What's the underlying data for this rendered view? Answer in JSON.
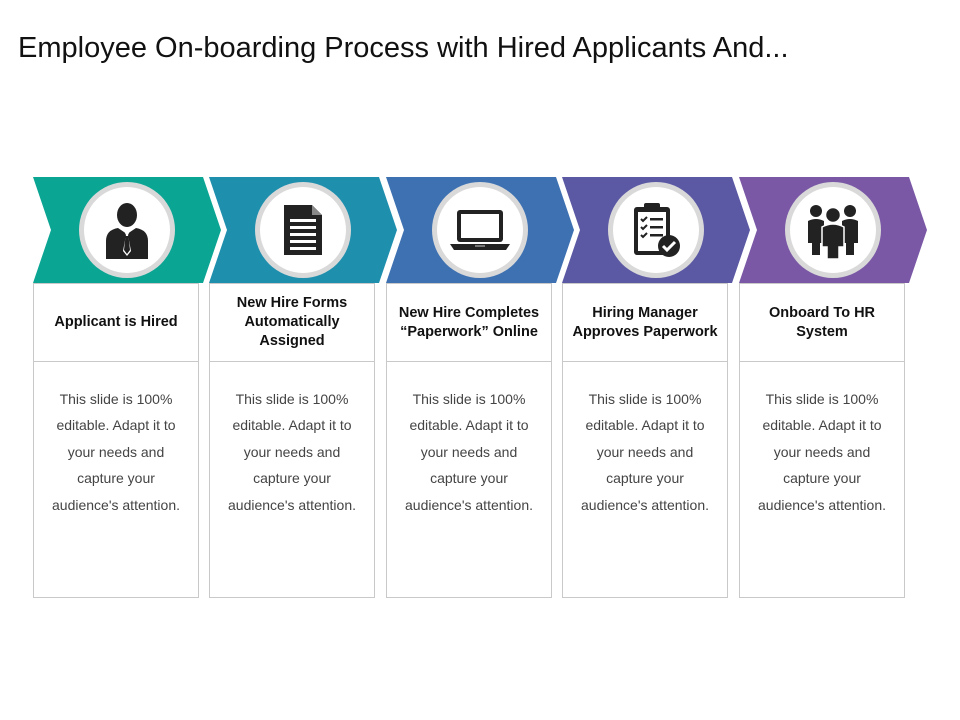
{
  "title": "Employee On-boarding Process with Hired Applicants And...",
  "steps": [
    {
      "heading": "Applicant is Hired",
      "body": "This slide is 100% editable. Adapt it to your needs and capture your audience's attention.",
      "color": "#0aa593",
      "icon": "businessman-icon"
    },
    {
      "heading": "New Hire Forms Automatically Assigned",
      "body": "This slide is 100% editable. Adapt it to your needs and capture your audience's attention.",
      "color": "#1f8fae",
      "icon": "document-icon"
    },
    {
      "heading": "New Hire Completes “Paperwork” Online",
      "body": "This slide is 100% editable. Adapt it to your needs and capture your audience's attention.",
      "color": "#3d71b2",
      "icon": "laptop-icon"
    },
    {
      "heading": "Hiring Manager Approves Paperwork",
      "body": "This slide is 100% editable. Adapt it to your needs and capture your audience's attention.",
      "color": "#5b58a4",
      "icon": "clipboard-check-icon"
    },
    {
      "heading": "Onboard To HR System",
      "body": "This slide is 100% editable. Adapt it to your needs and capture your audience's attention.",
      "color": "#7a58a6",
      "icon": "team-icon"
    }
  ]
}
